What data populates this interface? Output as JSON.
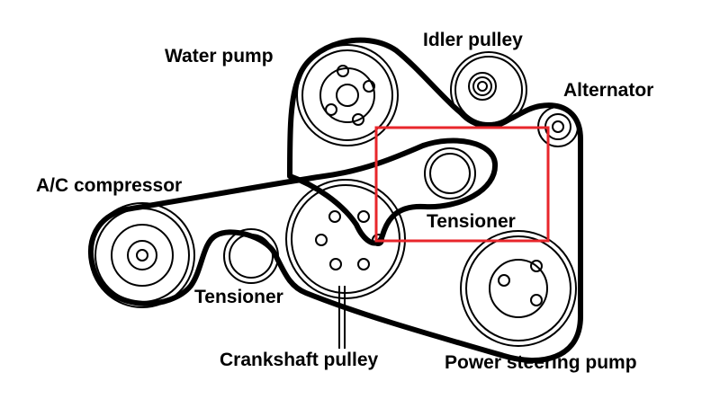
{
  "labels": {
    "water_pump": "Water pump",
    "idler_pulley": "Idler pulley",
    "alternator": "Alternator",
    "ac_compressor": "A/C compressor",
    "tensioner_upper": "Tensioner",
    "tensioner_lower": "Tensioner",
    "crankshaft_pulley": "Crankshaft pulley",
    "power_steering_pump": "Power steering pump"
  },
  "colors": {
    "line": "#000000",
    "highlight": "#e8262b",
    "background": "#ffffff"
  }
}
